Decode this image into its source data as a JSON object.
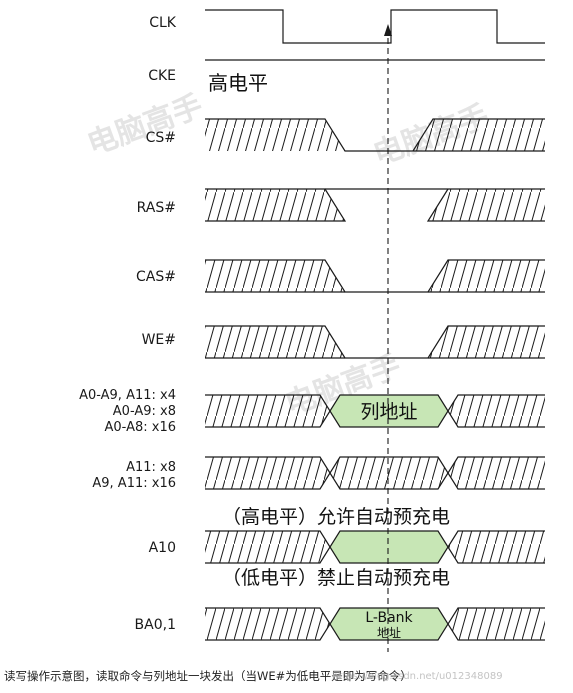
{
  "signals": {
    "clk": "CLK",
    "cke": "CKE",
    "cs": "CS#",
    "ras": "RAS#",
    "cas": "CAS#",
    "we": "WE#",
    "addr_line1": "A0-A9, A11: x4",
    "addr_line2": "A0-A9: x8",
    "addr_line3": "A0-A8: x16",
    "a11_line1": "A11: x8",
    "a11_line2": "A9, A11: x16",
    "a10": "A10",
    "ba": "BA0,1"
  },
  "notes": {
    "cke_high": "高电平",
    "column_address": "列地址",
    "a10_high": "（高电平）允许自动预充电",
    "a10_low": "（低电平）禁止自动预充电",
    "bank_line1": "L-Bank",
    "bank_line2": "地址"
  },
  "watermark": {
    "text": "电脑高手"
  },
  "caption": {
    "text": "读写操作示意图，读取命令与列地址一块发出（当WE#为低电平是即为写命令）",
    "source": "https://blog.csdn.net/u012348089"
  },
  "colors": {
    "address_fill": "#c7e6b5",
    "line": "#1a1a1a"
  }
}
